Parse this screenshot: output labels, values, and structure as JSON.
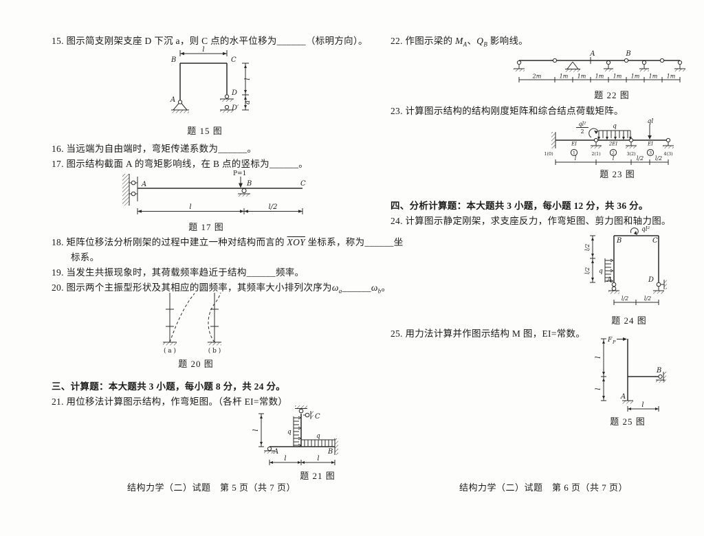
{
  "doc": {
    "left": {
      "q15": "15. 图示简支刚架支座 D 下沉 a，则 C 点的水平位移为______（标明方向）。",
      "fig15": {
        "caption": "题 15 图",
        "A": "A",
        "B": "B",
        "C": "C",
        "D": "D",
        "Dprime": "D′",
        "dim_top": "l",
        "dim_right_l": "l",
        "dim_right_a": "a"
      },
      "q16": "16. 当远端为自由端时，弯矩传递系数为______。",
      "q17": "17. 图示结构截面 A 的弯矩影响线，在 B 点的竖标为______。",
      "fig17": {
        "caption": "题 17 图",
        "load": "P=1",
        "A": "A",
        "B": "B",
        "C": "C",
        "dim_l": "l",
        "dim_l2": "l/2"
      },
      "q18_pre": "18. 矩阵位移法分析刚架的过程中建立一种对结构而言的 ",
      "q18_xoy": "XOY",
      "q18_post": " 坐标系，称为______坐",
      "q18_line2": "标系。",
      "q19": "19. 当发生共振现象时，其荷载频率趋近于结构______频率。",
      "q20_pre": "20. 图示两个主振型形状及其相应的圆频率，其频率大小排列次序为",
      "q20_omega_a": "ω",
      "q20_sub_a": "a",
      "q20_blank": "______",
      "q20_omega_b": "ω",
      "q20_sub_b": "b",
      "q20_end": "。",
      "fig20": {
        "caption": "题 20 图",
        "label_a": "( a )",
        "label_b": "( b )"
      },
      "sec3": "三、计算题：本大题共 3 小题，每小题 8 分，共 24 分。",
      "q21": "21. 用位移法计算图示结构，作弯矩图。（各杆 EI=常数）",
      "fig21": {
        "caption": "题 21 图",
        "A": "A",
        "B": "B",
        "C": "C",
        "q_col": "q",
        "q_beam": "q",
        "dim_h": "l",
        "dim_b1": "l",
        "dim_b2": "l"
      },
      "footer": "结构力学（二）试题　第 5 页（共 7 页）"
    },
    "right": {
      "q22_pre": "22. 作图示梁的 ",
      "q22_M": "M",
      "q22_M_sub": "A",
      "q22_comma": "、",
      "q22_Q": "Q",
      "q22_Q_sub": "B",
      "q22_post": " 影响线。",
      "fig22": {
        "caption": "题 22 图",
        "A": "A",
        "B": "B",
        "dims": [
          "2m",
          "1m",
          "1m",
          "1m",
          "1m",
          "1m",
          "1m",
          "1m"
        ]
      },
      "q23": "23. 计算图示结构的结构刚度矩阵和综合结点荷载矩阵。",
      "fig23": {
        "caption": "题 23 图",
        "moment_num": "ql²",
        "moment_den": "2",
        "q": "q",
        "ql": "ql",
        "seg1": "EI",
        "seg2": "2EI",
        "seg3": "EI",
        "elems": [
          "1",
          "2",
          "3"
        ],
        "nodes": [
          "1(0)",
          "2(1)",
          "3(2)",
          "4(3)"
        ],
        "dims": [
          "l",
          "l",
          "l/2",
          "l/2"
        ]
      },
      "sec4": "四、分析计算题：本大题共 3 小题，每小题 12 分，共 36 分。",
      "q24": "24. 计算图示静定刚架，求支座反力，作弯矩图、剪力图和轴力图。",
      "fig24": {
        "caption": "题 24 图",
        "A": "A",
        "B": "B",
        "C": "C",
        "D": "D",
        "moment": "ql²",
        "q": "q",
        "dim_lt": "l/2",
        "dim_lb": "l/2",
        "dim_b1": "l/2",
        "dim_b2": "l/2"
      },
      "q25": "25. 用力法计算并作图示结构 M 图，EI=常数。",
      "fig25": {
        "caption": "题 25 图",
        "F": "F",
        "F_sub": "P",
        "A": "A",
        "B": "B",
        "dim_v1": "l",
        "dim_v2": "l",
        "dim_b": "l"
      },
      "footer": "结构力学（二）试题　第 6 页（共 7 页）"
    }
  }
}
